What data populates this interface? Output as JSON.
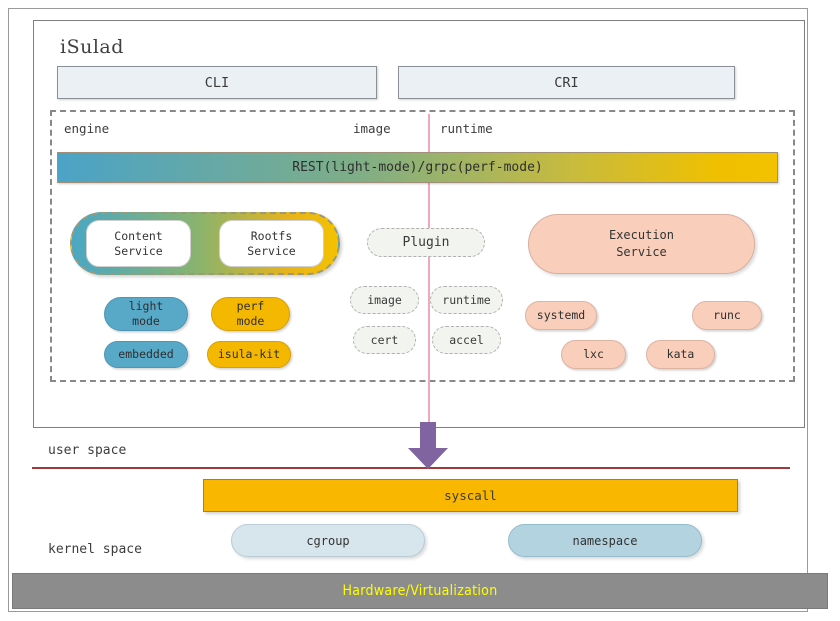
{
  "diagram": {
    "title": "iSulad",
    "top_interfaces": [
      {
        "label": "CLI"
      },
      {
        "label": "CRI"
      }
    ],
    "zones": [
      {
        "label": "engine"
      },
      {
        "label": "image"
      },
      {
        "label": "runtime"
      }
    ],
    "rest_bar": {
      "label": "REST(light-mode)/grpc(perf-mode)"
    },
    "services": [
      {
        "line1": "Content",
        "line2": "Service"
      },
      {
        "line1": "Rootfs",
        "line2": "Service"
      }
    ],
    "plugin": {
      "label": "Plugin"
    },
    "plugin_items": [
      {
        "label": "image"
      },
      {
        "label": "runtime"
      },
      {
        "label": "cert"
      },
      {
        "label": "accel"
      }
    ],
    "execution_service": {
      "line1": "Execution",
      "line2": "Service"
    },
    "engine_modes": [
      {
        "line1": "light",
        "line2": "mode",
        "color": "#58a8c8"
      },
      {
        "line1": "perf",
        "line2": "mode",
        "color": "#f5b800"
      },
      {
        "line1": "embedded",
        "line2": "",
        "color": "#58a8c8"
      },
      {
        "line1": "isula-kit",
        "line2": "",
        "color": "#f5b800"
      }
    ],
    "runtimes": [
      {
        "label": "systemd"
      },
      {
        "label": "runc"
      },
      {
        "label": "lxc"
      },
      {
        "label": "kata"
      }
    ],
    "space_labels": {
      "user": "user space",
      "kernel": "kernel space"
    },
    "syscall": {
      "label": "syscall"
    },
    "kernel_features": [
      {
        "label": "cgroup"
      },
      {
        "label": "namespace"
      }
    ],
    "hardware": {
      "label": "Hardware/Virtualization"
    },
    "colors": {
      "arrow": "#8064a2",
      "divider": "#9e3a38",
      "pink_divider": "#f0a9ba",
      "hardware_bar": "#8c8c8c",
      "hardware_text": "#ffff00",
      "syscall": "#f9b700",
      "salmon": "#f9cfbc",
      "blue": "#58a8c8",
      "amber": "#f5b800",
      "gradient_start": "#4ba3c7",
      "gradient_end": "#f0c000"
    }
  }
}
